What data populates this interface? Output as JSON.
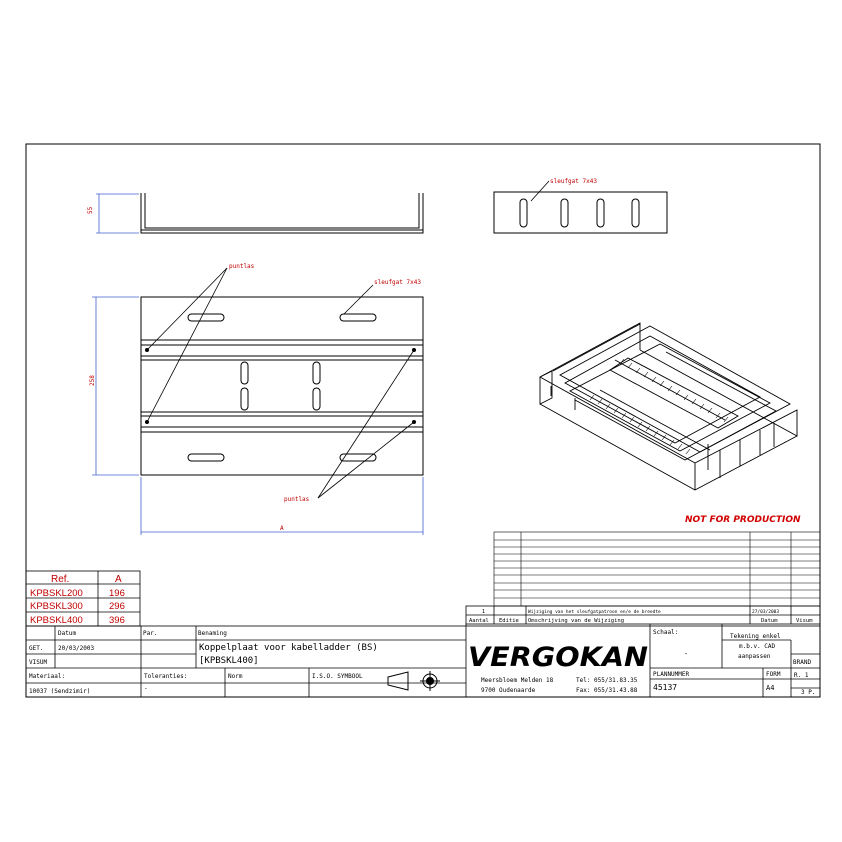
{
  "drawing": {
    "dim_height": "55",
    "dim_width": "258",
    "dim_length": "A",
    "label_slot_top": "sleufgat 7x43",
    "label_slot_side": "sleufgat 7x43",
    "label_spot_top": "puntlas",
    "label_spot_bottom": "puntlas",
    "not_for_production": "NOT FOR PRODUCTION"
  },
  "ref_table": {
    "headers": [
      "Ref.",
      "A"
    ],
    "rows": [
      [
        "KPBSKL200",
        "196"
      ],
      [
        "KPBSKL300",
        "296"
      ],
      [
        "KPBSKL400",
        "396"
      ]
    ]
  },
  "revision": {
    "number": "1",
    "description": "Wijziging van het sleufgatpatroon en/e de breedte",
    "date": "27/03/2003",
    "col_aantal": "Aantal",
    "col_editie": "Editie",
    "col_omschrijving": "Omschrijving van de Wijziging",
    "col_datum": "Datum",
    "col_visum": "Visum"
  },
  "title_block": {
    "col_datum": "Datum",
    "col_par": "Par.",
    "col_benaming": "Benaming",
    "row_get": "GET.",
    "row_visum": "VISUM",
    "get_date": "20/03/2003",
    "benaming_line1": "Koppelplaat voor kabelladder (BS)",
    "benaming_line2": "[KPBSKL400]",
    "label_materiaal": "Materiaal:",
    "materiaal_value": "10037 (Sendzimir)",
    "label_toleranties": "Toleranties:",
    "toleranties_value": "-",
    "label_norm": "Norm",
    "label_iso": "I.S.O. SYMBOOL",
    "brand": "VERGOKAN",
    "address_line1": "Meersbloem Melden 18",
    "address_line2": "9700 Oudenaarde",
    "tel": "Tel: 055/31.83.35",
    "fax": "Fax: 055/31.43.88",
    "label_schaal": "Schaal:",
    "schaal_value": "-",
    "note_line1": "Tekening enkel",
    "note_line2": "m.b.v. CAD",
    "note_line3": "aanpassen",
    "label_brand": "BRAND",
    "label_plannummer": "PLANNUMMER",
    "plannummer_value": "45137",
    "label_form": "FORM",
    "form_value": "A4",
    "page_r": "R. 1",
    "page_p": "3  P."
  }
}
